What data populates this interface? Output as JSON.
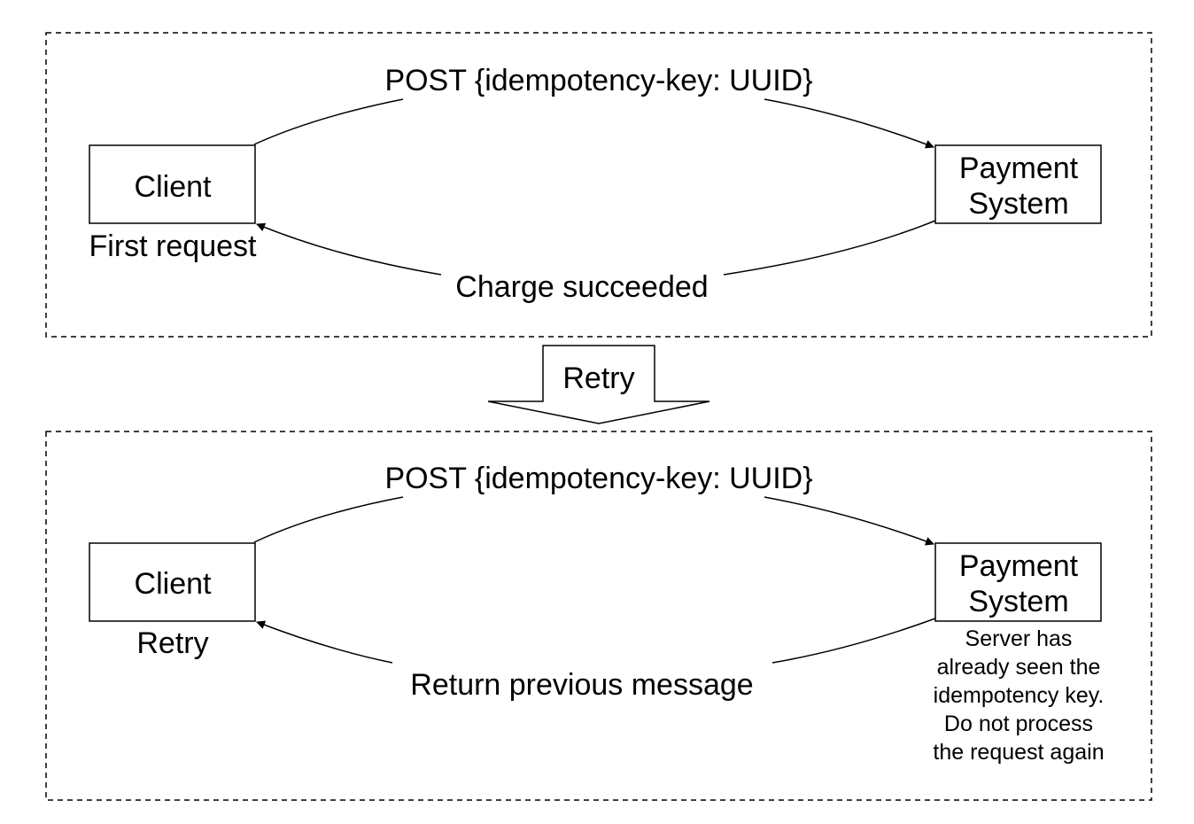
{
  "top_panel": {
    "client_label": "Client",
    "payment_label_line1": "Payment",
    "payment_label_line2": "System",
    "request_label": "POST {idempotency-key: UUID}",
    "response_label": "Charge succeeded",
    "caption": "First request"
  },
  "transition": {
    "label": "Retry"
  },
  "bottom_panel": {
    "client_label": "Client",
    "payment_label_line1": "Payment",
    "payment_label_line2": "System",
    "request_label": "POST {idempotency-key: UUID}",
    "response_label": "Return previous message",
    "caption": "Retry",
    "server_note": [
      "Server has",
      "already seen the",
      "idempotency key.",
      "Do not process",
      "the request again"
    ]
  }
}
